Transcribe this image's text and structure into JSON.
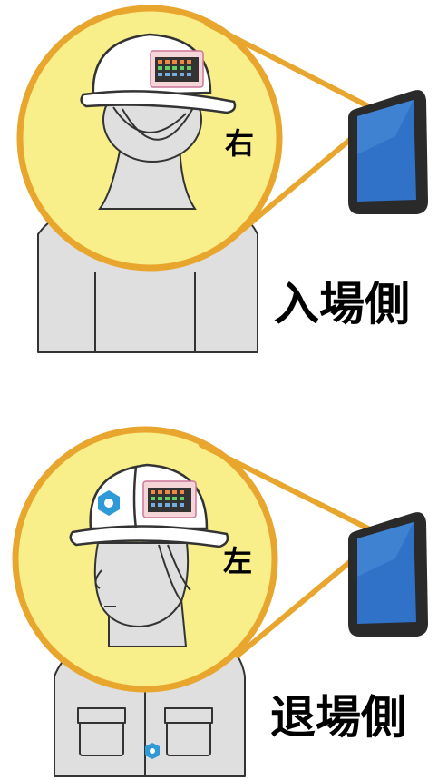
{
  "panels": [
    {
      "side_label": "右",
      "caption": "入場側",
      "view": "rear-of-worker",
      "helmet_badge": false
    },
    {
      "side_label": "左",
      "caption": "退場側",
      "view": "front-of-worker",
      "helmet_badge": true
    }
  ],
  "colors": {
    "highlight_circle": "#f8ee8a",
    "circle_ring": "#e9a62e",
    "figure_fill": "#dfdfdf",
    "tablet_screen": "#2f72c8",
    "badge": "#2f9ad8"
  },
  "icons": [
    "hard-hat",
    "id-card",
    "tablet-device",
    "company-logo-badge"
  ]
}
